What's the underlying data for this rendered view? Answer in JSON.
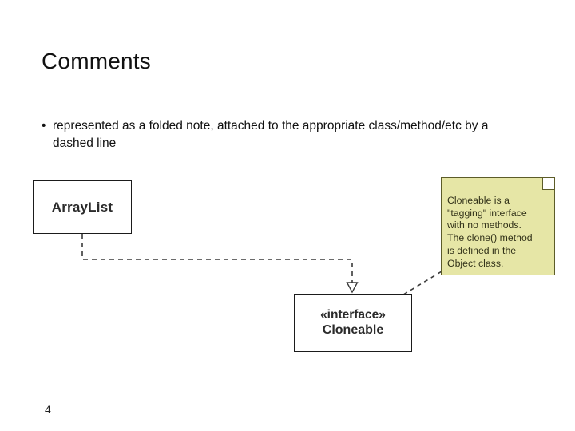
{
  "slide": {
    "title": "Comments",
    "page_number": "4",
    "bullets": [
      {
        "marker": "•",
        "text": "represented as a folded note, attached to the appropriate class/method/etc by a dashed line"
      }
    ]
  },
  "diagram": {
    "type": "uml-class-diagram",
    "classes": [
      {
        "name": "ArrayList",
        "stereotype": ""
      },
      {
        "name": "Cloneable",
        "stereotype": "«interface»"
      }
    ],
    "note": {
      "text": "Cloneable is a\n\"tagging\" interface\nwith no methods.\nThe clone() method\nis defined in the\nObject class.",
      "fill_color": "#e6e6a6",
      "border_color": "#5c5c28"
    },
    "connectors": [
      {
        "kind": "realization",
        "from": "ArrayList",
        "to": "Cloneable",
        "line_style": "dashed",
        "arrowhead": "hollow-triangle"
      },
      {
        "kind": "note-anchor",
        "from": "note",
        "to": "Cloneable",
        "line_style": "dashed",
        "arrowhead": "none"
      }
    ]
  },
  "colors": {
    "background": "#ffffff",
    "text": "#111111",
    "box_stroke": "#1b1b1b",
    "note_fill": "#e6e6a6",
    "note_stroke": "#5c5c28"
  }
}
